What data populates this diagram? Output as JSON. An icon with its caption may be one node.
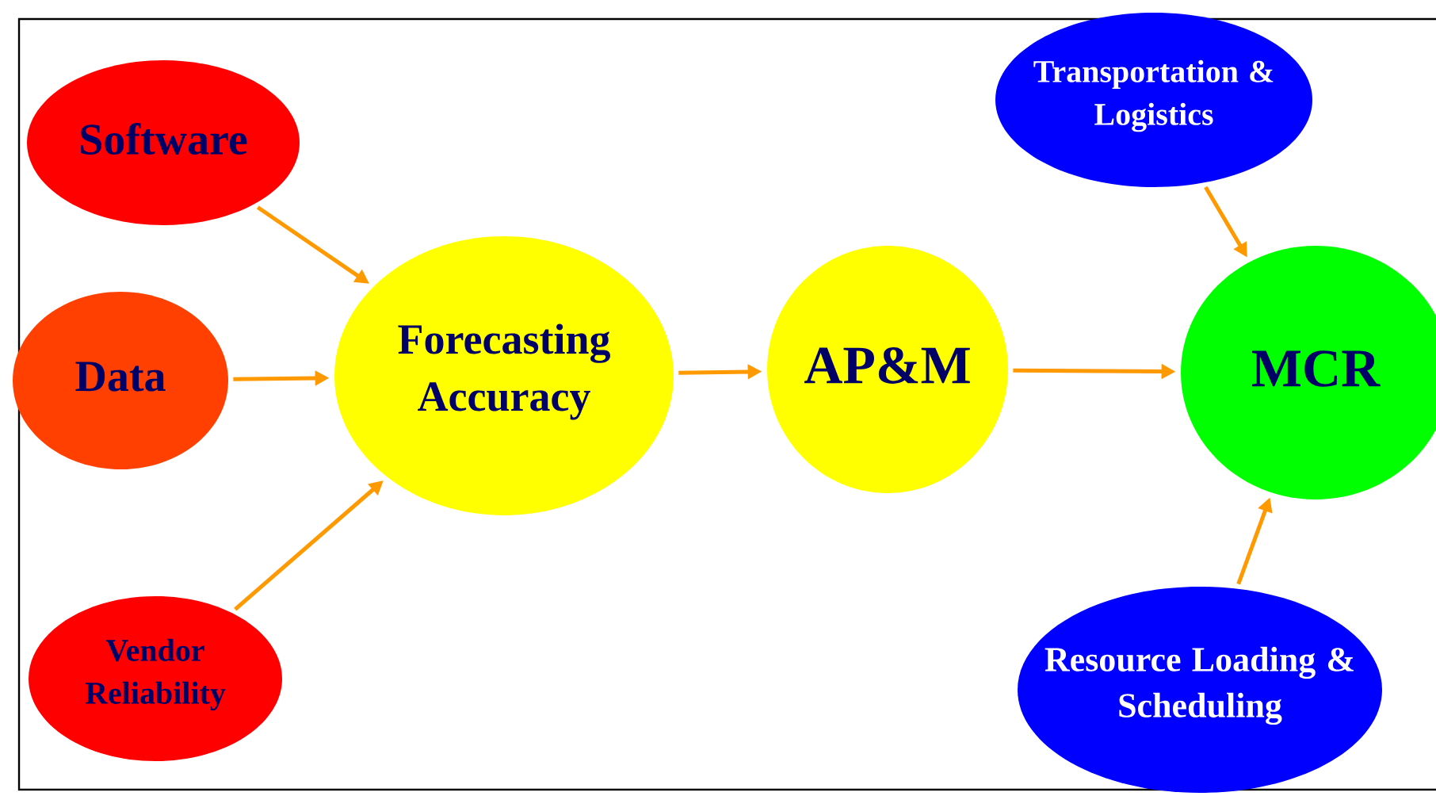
{
  "diagram": {
    "nodes": [
      {
        "text": [
          "Software"
        ]
      },
      {
        "text": [
          "Data"
        ]
      },
      {
        "text": [
          "Vendor Reliability"
        ]
      },
      {
        "text": [
          "Forecasting Accuracy"
        ]
      },
      {
        "text": [
          "AP&M"
        ]
      },
      {
        "text": [
          "Transportation & Logistics"
        ]
      },
      {
        "text": [
          "MCR"
        ]
      },
      {
        "text": [
          "Resource Loading & Scheduling"
        ]
      }
    ],
    "edges": [
      {
        "from": 0,
        "to": 3,
        "arrow": "to"
      },
      {
        "from": 1,
        "to": 3,
        "arrow": "to"
      },
      {
        "from": 2,
        "to": 3,
        "arrow": "to"
      },
      {
        "from": 3,
        "to": 4,
        "arrow": "to"
      },
      {
        "from": 4,
        "to": 6,
        "arrow": "to"
      },
      {
        "from": 5,
        "to": 6,
        "arrow": "to"
      },
      {
        "from": 7,
        "to": 6,
        "arrow": "to"
      }
    ]
  }
}
